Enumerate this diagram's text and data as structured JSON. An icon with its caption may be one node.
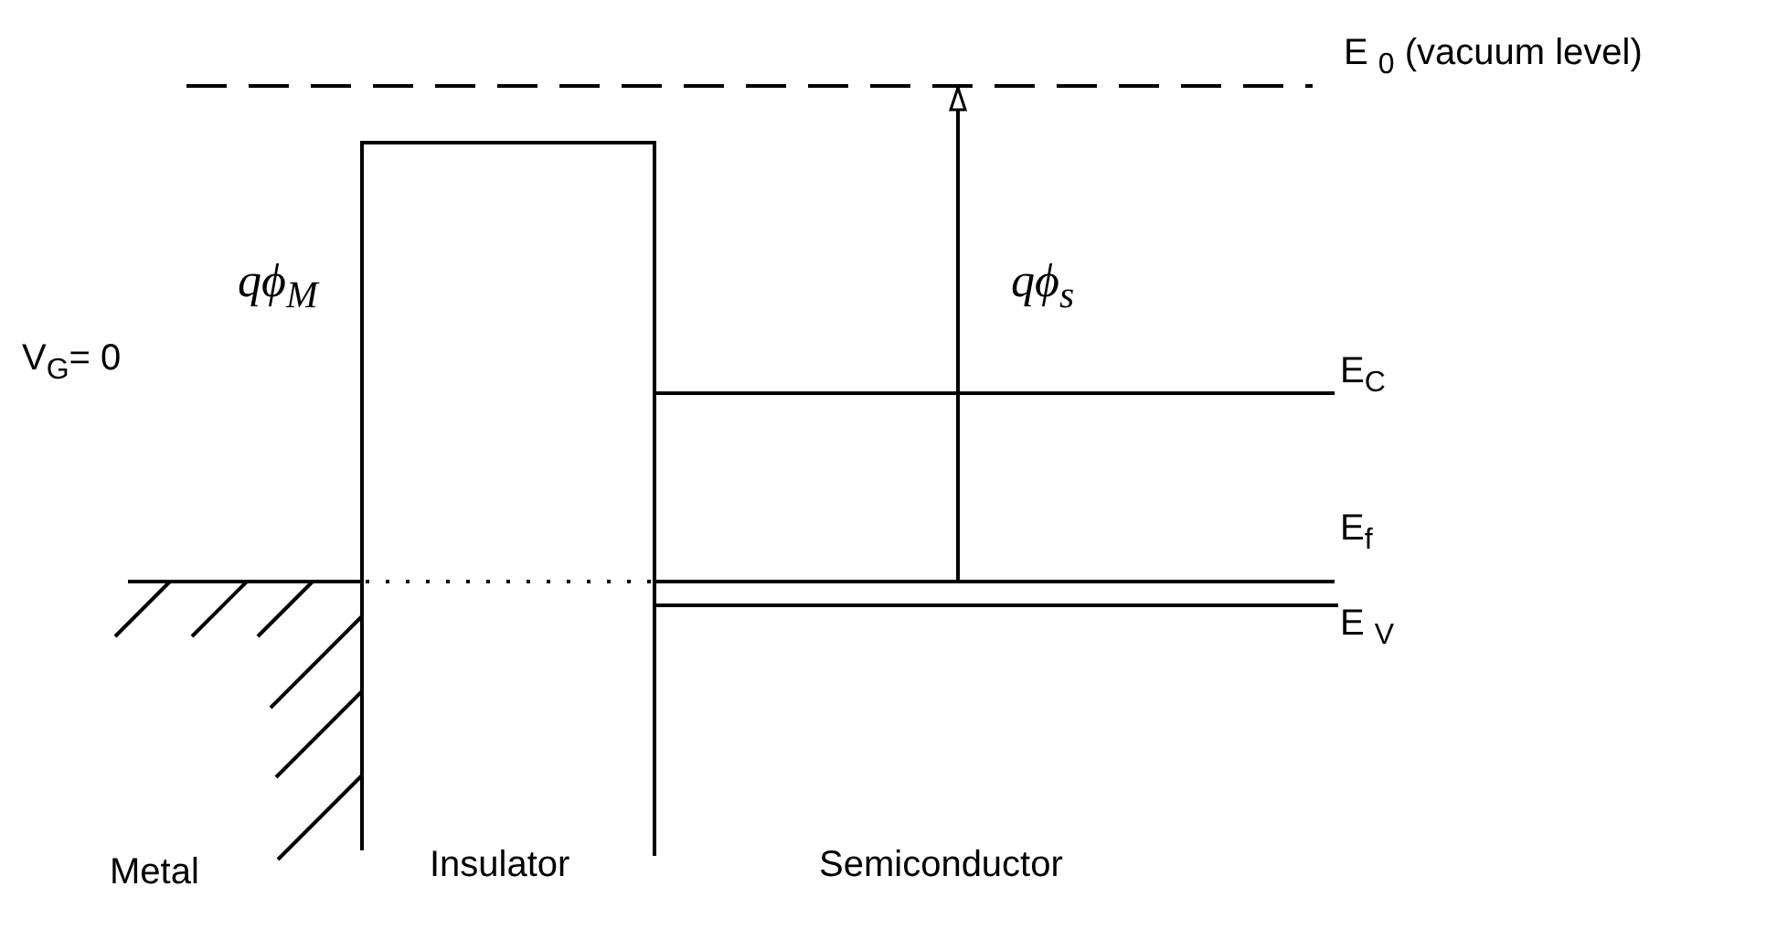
{
  "diagram": {
    "labels": [
      "E $_{0}$ (vacuum level)",
      "qϕ$_{M}$",
      "qϕ$_{s}$",
      "V$_{G}$= 0",
      "E$_{C}$",
      "E$_{f}$",
      "E $_{V}$",
      "Metal",
      "Insulator",
      "Semiconductor"
    ]
  }
}
